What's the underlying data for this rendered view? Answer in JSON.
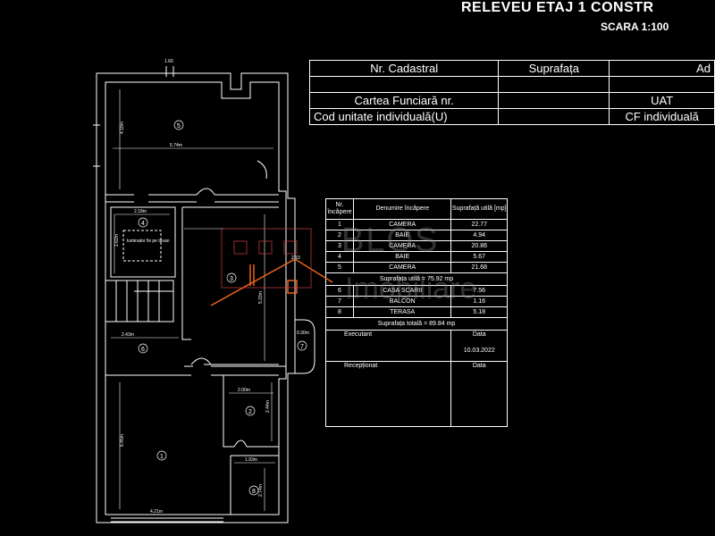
{
  "title": "RELEVEU  ETAJ 1   CONSTR",
  "scale": "SCARA 1:100",
  "cadastral": {
    "row1": [
      "Nr. Cadastral",
      "Suprafața",
      "Ad"
    ],
    "row2": [
      "",
      "",
      ""
    ],
    "row3": [
      "Cartea Funciară nr.",
      "",
      "UAT"
    ],
    "row4": [
      "Cod unitate individuală(U)",
      "",
      "CF individuală"
    ]
  },
  "rooms_table": {
    "headers": [
      "Nr. încăpere",
      "Denumire încăpere",
      "Suprafață utilă [mp]"
    ],
    "rows": [
      [
        "1",
        "CAMERA",
        "22.77"
      ],
      [
        "2",
        "BAIE",
        "4.94"
      ],
      [
        "3",
        "CAMERA",
        "20.86"
      ],
      [
        "4",
        "BAIE",
        "5.67"
      ],
      [
        "5",
        "CAMERA",
        "21.68"
      ]
    ],
    "subtotal": "Suprafața utilă = 75.92 mp",
    "rows2": [
      [
        "6",
        "CASA SCARII",
        "7.56"
      ],
      [
        "7",
        "BALCON",
        "1.16"
      ],
      [
        "8",
        "TERASA",
        "5.18"
      ]
    ],
    "total": "Suprafața totală = 89.84 mp",
    "executant": "Executant",
    "date_label": "Data",
    "date_value": "10.03.2022",
    "receptionat": "Recepționat",
    "date_label2": "Data"
  },
  "plan_labels": {
    "room1": "1",
    "room2": "2",
    "room3": "3",
    "room4": "4",
    "room5": "5",
    "room6": "6",
    "room7": "7",
    "room8": "8",
    "dim_574": "5.74m",
    "dim_418": "4.18m",
    "dim_218": "2.18m",
    "dim_262": "2.62m",
    "dim_243": "2.43m",
    "dim_533": "5.33m",
    "dim_645": "6.45m",
    "dim_421": "4.21m",
    "dim_200": "2.00m",
    "dim_244": "2.44m",
    "dim_193": "1.93m",
    "dim_274": "2.74m",
    "dim_030": "0.30m",
    "dim_210": "2.10",
    "skylight": "luminator fix pe tavan",
    "lvl_top": "1.60"
  },
  "watermark": {
    "line1": "BLOS",
    "line2": "Imobiliare"
  },
  "colors": {
    "background": "#000000",
    "lines": "#ffffff",
    "accent": "#e8641e",
    "watermark": "#8c8c8c"
  }
}
